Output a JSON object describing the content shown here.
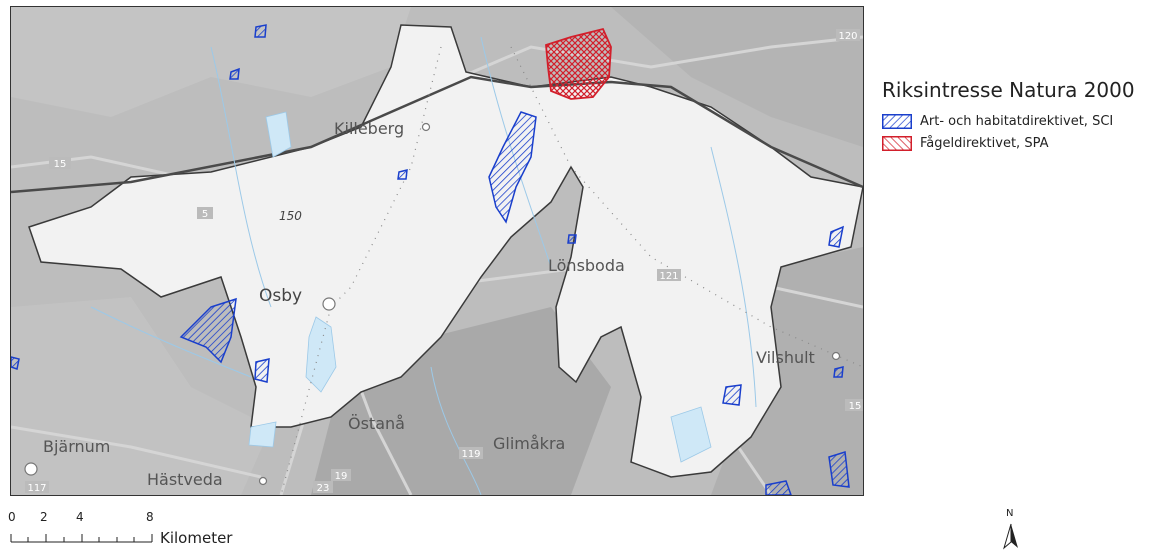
{
  "map": {
    "places": [
      {
        "name": "Killeberg"
      },
      {
        "name": "Osby"
      },
      {
        "name": "Lönsboda"
      },
      {
        "name": "Vilshult"
      },
      {
        "name": "Östanå"
      },
      {
        "name": "Glimåkra"
      },
      {
        "name": "Bjärnum"
      },
      {
        "name": "Hästveda"
      }
    ],
    "road_numbers": [
      "120",
      "15",
      "5",
      "121",
      "119",
      "19",
      "23",
      "117",
      "15"
    ],
    "elevation_label": "150",
    "colors": {
      "background": "#bdbdbd",
      "municipality_fill": "#f2f2f2",
      "boundary": "#3a3a3a",
      "water": "#cfe8f7",
      "river": "#9cc9e8",
      "road": "#d9d9d9",
      "sci": "#1a3fcc",
      "spa": "#d21f2b"
    }
  },
  "legend": {
    "title": "Riksintresse Natura 2000",
    "items": [
      {
        "label": "Art- och habitatdirektivet, SCI",
        "color": "#1a3fcc"
      },
      {
        "label": "Fågeldirektivet, SPA",
        "color": "#d21f2b"
      }
    ]
  },
  "scalebar": {
    "ticks": [
      "0",
      "2",
      "4",
      "8"
    ],
    "unit": "Kilometer"
  },
  "north_arrow": {
    "label": "N"
  }
}
